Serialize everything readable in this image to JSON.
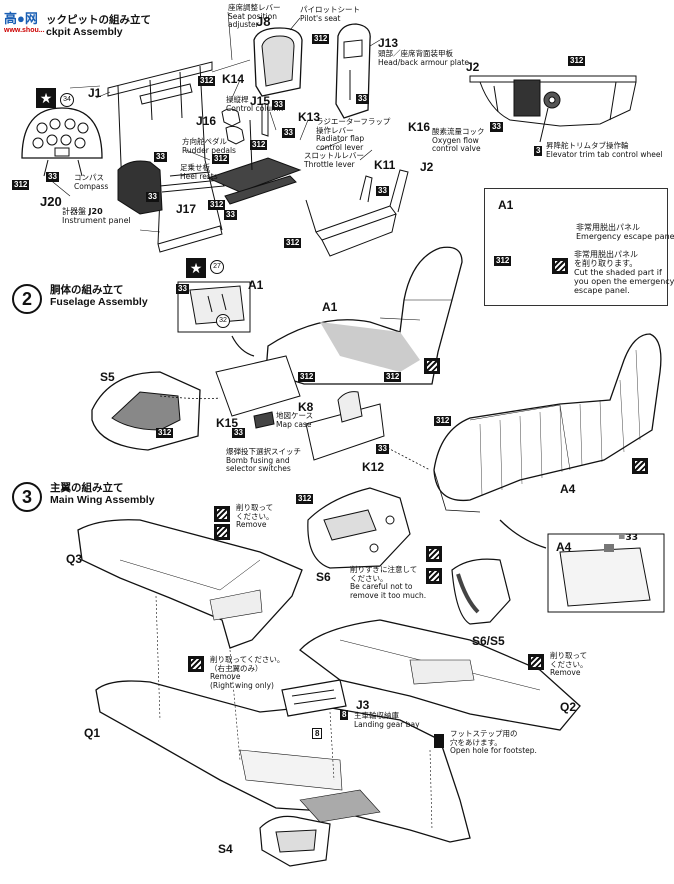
{
  "watermark": {
    "text": "高●网",
    "sub": "www.shou..."
  },
  "step1": {
    "title_jp": "ックピットの組み立て",
    "title_en": "ckpit Assembly",
    "star_num": "34"
  },
  "step2": {
    "num": "2",
    "title_jp": "胴体の組み立て",
    "title_en": "Fuselage Assembly",
    "star_num": "27",
    "sub_num": "32"
  },
  "step3": {
    "num": "3",
    "title_jp": "主翼の組み立て",
    "title_en": "Main Wing Assembly"
  },
  "parts": {
    "J1": "J1",
    "J2": "J2",
    "J2b": "J2",
    "J8": "J8",
    "J13": "J13",
    "J14": "K14",
    "J15": "J15",
    "J16": "J16",
    "J17": "J17",
    "J20": "J20",
    "J20b": "J20",
    "K13": "K13",
    "K16": "K16",
    "K11": "K11",
    "A1": "A1",
    "A1b": "A1",
    "A1c": "A1",
    "S5": "S5",
    "K8": "K8",
    "K15": "K15",
    "K12": "K12",
    "A4": "A4",
    "A4b": "A4",
    "Q3": "Q3",
    "S6": "S6",
    "S6S5": "S6/S5",
    "Q1": "Q1",
    "Q2": "Q2",
    "J3": "J3",
    "S4": "S4",
    "panel3": "3",
    "panel8": "8"
  },
  "notes": {
    "seat_adj_jp": "座席調整レバー",
    "seat_adj_en1": "Seat position",
    "seat_adj_en2": "adjuster",
    "pilot_seat_jp": "パイロットシート",
    "pilot_seat_en": "Pilot's seat",
    "head_jp": "頭部／座席背面装甲板",
    "head_en": "Head/back armour plate",
    "control_jp": "操縦桿",
    "control_en": "Control column",
    "rudder_jp": "方向舵ペダル",
    "rudder_en": "Rudder pedals",
    "heel_jp": "足乗せ板",
    "heel_en": "Heel rests",
    "radiator_jp": "ラジエーターフラップ",
    "radiator_jp2": "操作レバー",
    "radiator_en1": "Radiator flap",
    "radiator_en2": "control lever",
    "throttle_jp": "スロットルレバー",
    "throttle_en": "Throttle lever",
    "oxygen_jp": "酸素流量コック",
    "oxygen_en1": "Oxygen flow",
    "oxygen_en2": "control valve",
    "compass_jp": "コンパス",
    "compass_en": "Compass",
    "instrument_jp": "計器盤",
    "instrument_en": "Instrument panel",
    "elevator_jp": "昇降舵トリムタブ操作輪",
    "elevator_en": "Elevator trim tab control wheel",
    "escape_jp": "非常用脱出パネル",
    "escape_en": "Emergency escape panel",
    "cut_jp1": "非常用脱出パネル",
    "cut_jp2": "を削り取ります。",
    "cut_en1": "Cut the shaded part if",
    "cut_en2": "you open the emergency",
    "cut_en3": "escape panel.",
    "map_jp": "地図ケース",
    "map_en": "Map case",
    "bomb_jp": "爆弾投下選択スイッチ",
    "bomb_en1": "Bomb fusing and",
    "bomb_en2": "selector switches",
    "remove_jp": "削り取って",
    "remove_jp2": "ください。",
    "remove_en": "Remove",
    "careful_jp": "削りすぎに注意して",
    "careful_jp2": "ください。",
    "careful_en1": "Be careful not to",
    "careful_en2": "remove it too much.",
    "rw_jp": "削り取ってください。",
    "rw_jp2": "（右主翼のみ）",
    "rw_en1": "Remove",
    "rw_en2": "(Right wing only)",
    "remove2_jp": "削り取って",
    "remove2_jp2": "ください。",
    "remove2_en": "Remove",
    "gear_jp": "主車輪収納庫",
    "gear_en": "Landing gear bay",
    "foot_jp": "フットステップ用の",
    "foot_jp2": "穴をあけます。",
    "foot_en": "Open hole for footstep.",
    "eq33": "=33"
  },
  "codes": {
    "c312": "312",
    "c33": "33",
    "c8": "8",
    "c3": "3"
  }
}
